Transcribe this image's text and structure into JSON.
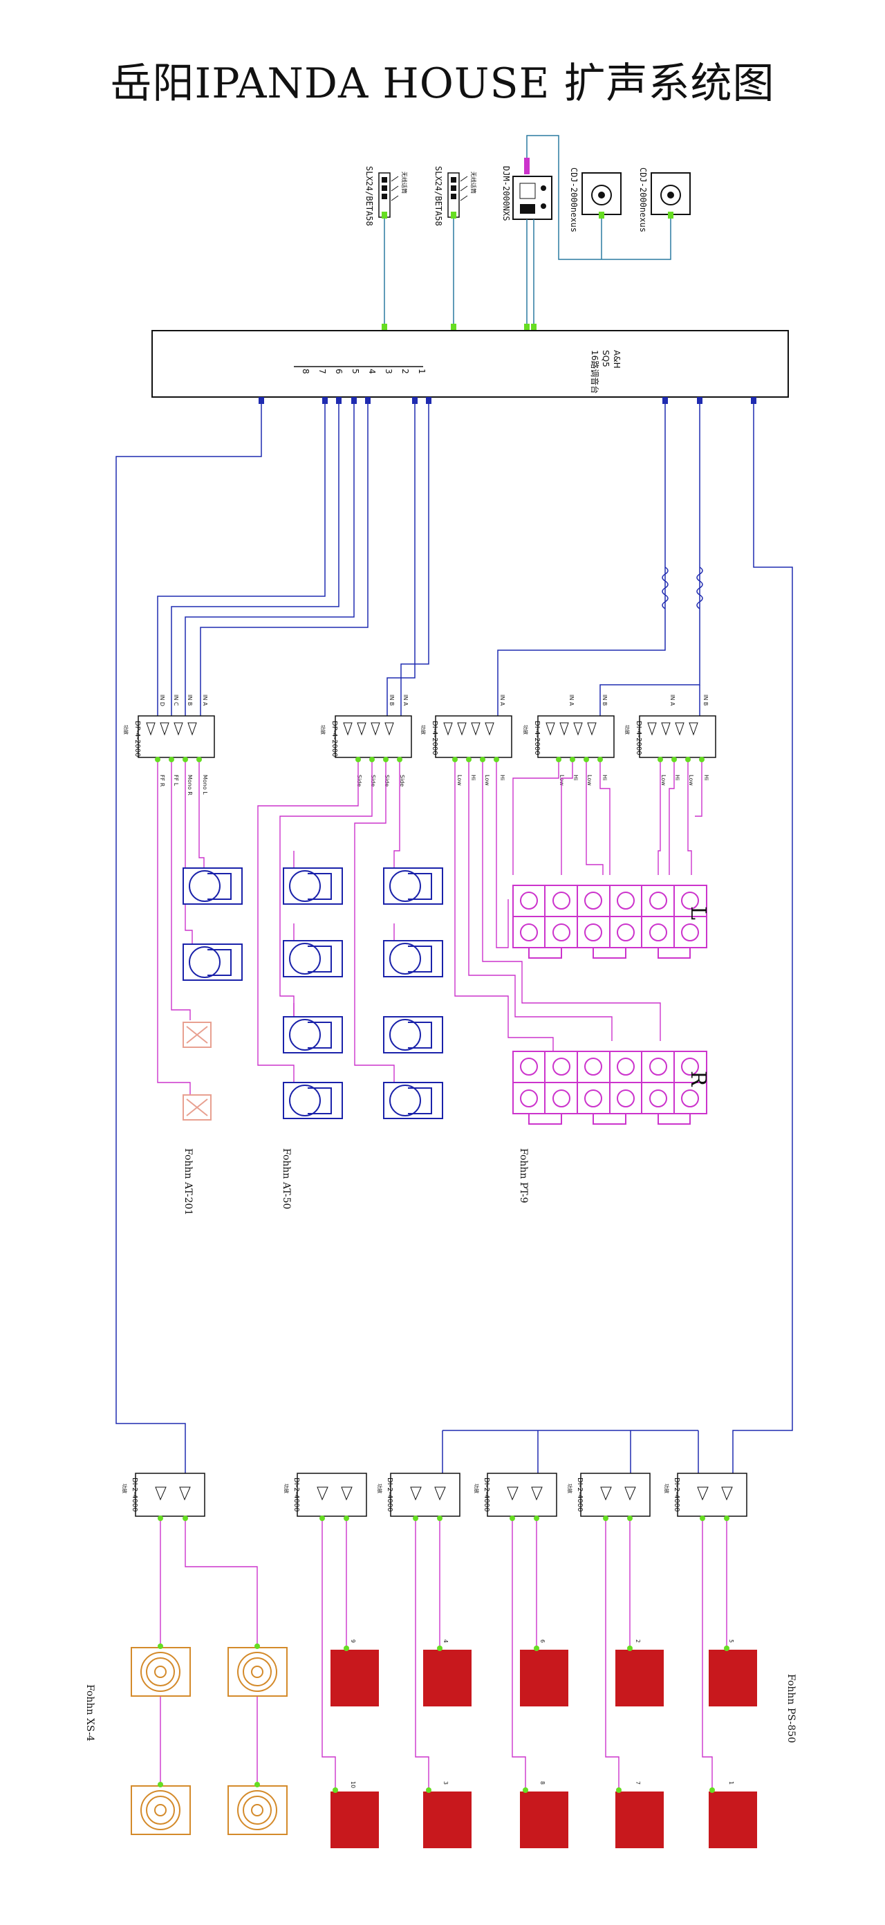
{
  "title": "岳阳IPANDA HOUSE 扩声系统图",
  "colors": {
    "signal_line": "#1f2bb0",
    "speaker_line": "#cc33cc",
    "connector_green": "#66dd22",
    "at50_blue": "#1a22aa",
    "pt9_magenta": "#cc33cc",
    "at201_peach": "#e8a090",
    "xs4_orange": "#d48a2a",
    "ps850_red": "#c8181d"
  },
  "sources": [
    {
      "model": "SLX24/BETA58",
      "label": "无线话筒"
    },
    {
      "model": "SLX24/BETA58",
      "label": "无线话筒"
    },
    {
      "model": "DJM-2000NXS",
      "label": ""
    },
    {
      "model": "CDJ-2000nexus",
      "label": ""
    },
    {
      "model": "CDJ-2000nexus",
      "label": ""
    }
  ],
  "console": {
    "brand": "A&H",
    "model": "SQ5",
    "desc": "16路调音台",
    "outputs": [
      "1",
      "2",
      "3",
      "4",
      "5",
      "6",
      "7",
      "8"
    ]
  },
  "processors_top": [
    {
      "model": "DP-4-2000",
      "tag": "功放",
      "inputs": [
        "IN D",
        "IN C",
        "IN B",
        "IN A"
      ],
      "outputs": [
        "FF R",
        "FF L",
        "Mono R",
        "Mono L"
      ]
    },
    {
      "model": "DP-4-2000",
      "tag": "功放",
      "inputs": [
        "IN B",
        "IN A"
      ],
      "outputs": [
        "Side",
        "Side",
        "Side",
        "Side"
      ]
    },
    {
      "model": "DI-4-2000",
      "tag": "功放",
      "inputs": [
        "IN A"
      ],
      "outputs": [
        "Low",
        "Hi",
        "Low",
        "Hi"
      ]
    },
    {
      "model": "DI-4-2000",
      "tag": "功放",
      "inputs": [
        "IN A",
        "IN B"
      ],
      "outputs": [
        "Low",
        "Hi",
        "Low",
        "Hi"
      ]
    },
    {
      "model": "DI-4-2000",
      "tag": "功放",
      "inputs": [
        "IN A",
        "IN B"
      ],
      "outputs": [
        "Low",
        "Hi",
        "Low",
        "Hi"
      ]
    }
  ],
  "array_labels": {
    "left": "L",
    "right": "R"
  },
  "speaker_labels": {
    "at201": "Fohhn AT-201",
    "at50": "Fohhn AT-50",
    "pt9": "Fohhn PT-9",
    "xs4": "Fohhn XS-4",
    "ps850": "Fohhn PS-850"
  },
  "processors_bottom": [
    {
      "model": "DI-2-4000",
      "tag": "功放"
    },
    {
      "model": "DI-2-4000",
      "tag": "功放"
    },
    {
      "model": "DI-2-4000",
      "tag": "功放"
    },
    {
      "model": "DI-2-4000",
      "tag": "功放"
    },
    {
      "model": "DI-2-4000",
      "tag": "功放"
    },
    {
      "model": "DI-2-4000",
      "tag": "功放"
    }
  ],
  "sub_numbers": [
    "9",
    "4",
    "6",
    "2",
    "5",
    "10",
    "3",
    "8",
    "7",
    "1"
  ]
}
